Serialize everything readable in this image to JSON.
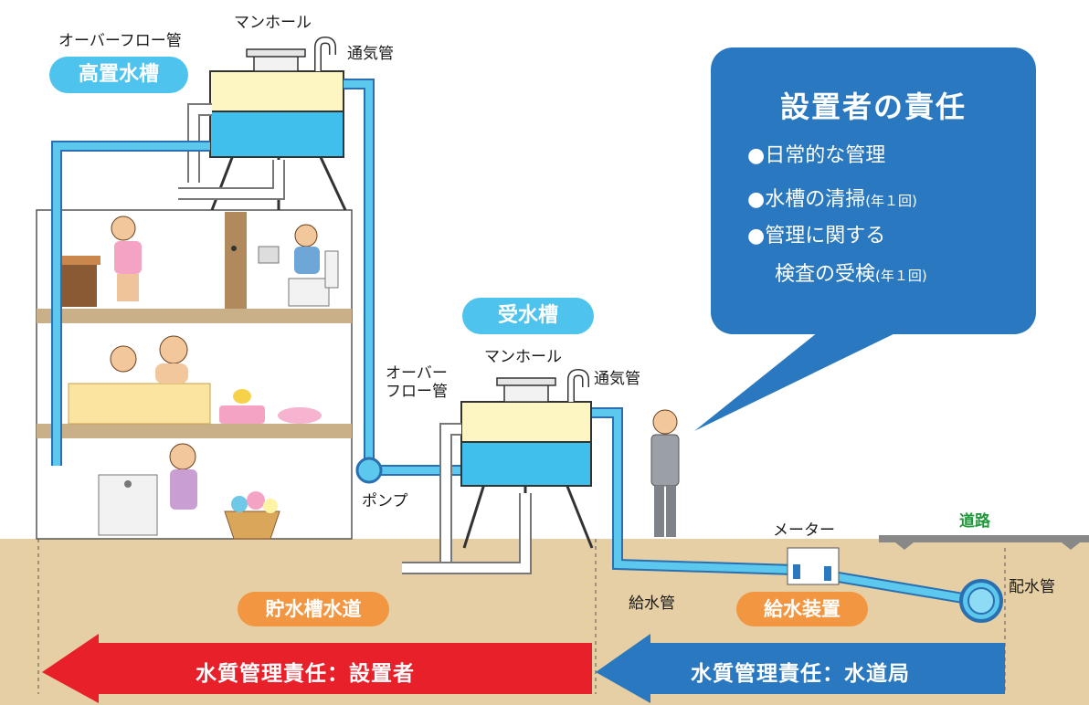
{
  "high_tank": {
    "title": "高置水槽",
    "overflow_label": "オーバーフロー管",
    "manhole_label": "マンホール",
    "vent_label": "通気管"
  },
  "receiving_tank": {
    "title": "受水槽",
    "overflow_label_line1": "オーバー",
    "overflow_label_line2": "フロー管",
    "manhole_label": "マンホール",
    "vent_label": "通気管",
    "pump_label": "ポンプ"
  },
  "callout": {
    "title": "設置者の責任",
    "item1": "●日常的な管理",
    "item2_main": "●水槽の清掃",
    "item2_note": "(年１回)",
    "item3_line1": "●管理に関する",
    "item3_line2_main": "検査の受検",
    "item3_line2_note": "(年１回)"
  },
  "ground": {
    "meter_label": "メーター",
    "road_label": "道路",
    "supply_pipe_label": "給水管",
    "main_pipe_label": "配水管"
  },
  "zones": {
    "storage_tank_water": "貯水槽水道",
    "supply_device": "給水装置"
  },
  "responsibility": {
    "owner": "水質管理責任：設置者",
    "waterworks": "水質管理責任：水道局"
  },
  "colors": {
    "pipe": "#5cc8ee",
    "pipe_outline": "#2a6fb0",
    "tank_top": "#fdf6c3",
    "tank_water": "#3fc0ec",
    "ground": "#e6cfa4",
    "callout": "#2a78bf",
    "orange_pill": "#f29641",
    "blue_pill": "#4ec3ee",
    "arrow_red": "#e8202a",
    "arrow_blue": "#2a78bf",
    "road_label": "#1f9a3a"
  }
}
